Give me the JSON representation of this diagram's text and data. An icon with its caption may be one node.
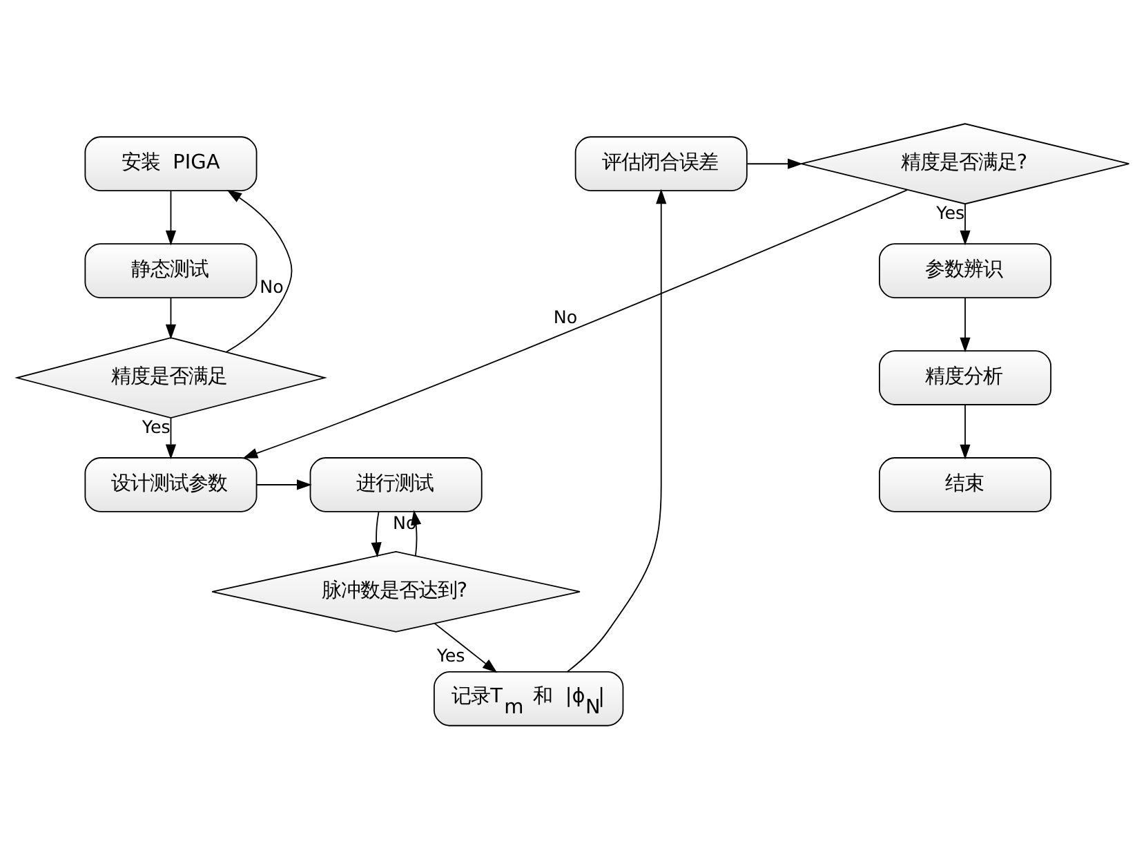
{
  "diagram": {
    "nodes": [
      {
        "text": [
          "安装 PIGA"
        ]
      },
      {
        "text": [
          "静态测试"
        ]
      },
      {
        "text": [
          "精度是否满足"
        ]
      },
      {
        "text": [
          "设计测试参数"
        ]
      },
      {
        "text": [
          "进行测试"
        ]
      },
      {
        "text": [
          "脉冲数是否达到?"
        ]
      },
      {
        "text": [
          "记录T$_{m}$ 和 |ϕ$_{N}$|"
        ]
      },
      {
        "text": [
          "评估闭合误差"
        ]
      },
      {
        "text": [
          "精度是否满足?"
        ]
      },
      {
        "text": [
          "参数辨识"
        ]
      },
      {
        "text": [
          "精度分析"
        ]
      },
      {
        "text": [
          "结束"
        ]
      }
    ],
    "edges": [
      {
        "from": 0,
        "to": 1,
        "arrow": "to"
      },
      {
        "from": 1,
        "to": 2,
        "arrow": "to"
      },
      {
        "from": 2,
        "to": 0,
        "arrow": "to",
        "label": "No"
      },
      {
        "from": 2,
        "to": 3,
        "arrow": "to",
        "label": "Yes"
      },
      {
        "from": 3,
        "to": 4,
        "arrow": "to"
      },
      {
        "from": 4,
        "to": 5,
        "arrow": "to"
      },
      {
        "from": 5,
        "to": 4,
        "arrow": "to",
        "label": "No"
      },
      {
        "from": 5,
        "to": 6,
        "arrow": "to",
        "label": "Yes"
      },
      {
        "from": 6,
        "to": 7,
        "arrow": "to"
      },
      {
        "from": 7,
        "to": 8,
        "arrow": "to"
      },
      {
        "from": 8,
        "to": 3,
        "arrow": "to",
        "label": "No"
      },
      {
        "from": 8,
        "to": 9,
        "arrow": "to",
        "label": "Yes"
      },
      {
        "from": 9,
        "to": 10,
        "arrow": "to"
      },
      {
        "from": 10,
        "to": 11,
        "arrow": "to"
      }
    ]
  }
}
